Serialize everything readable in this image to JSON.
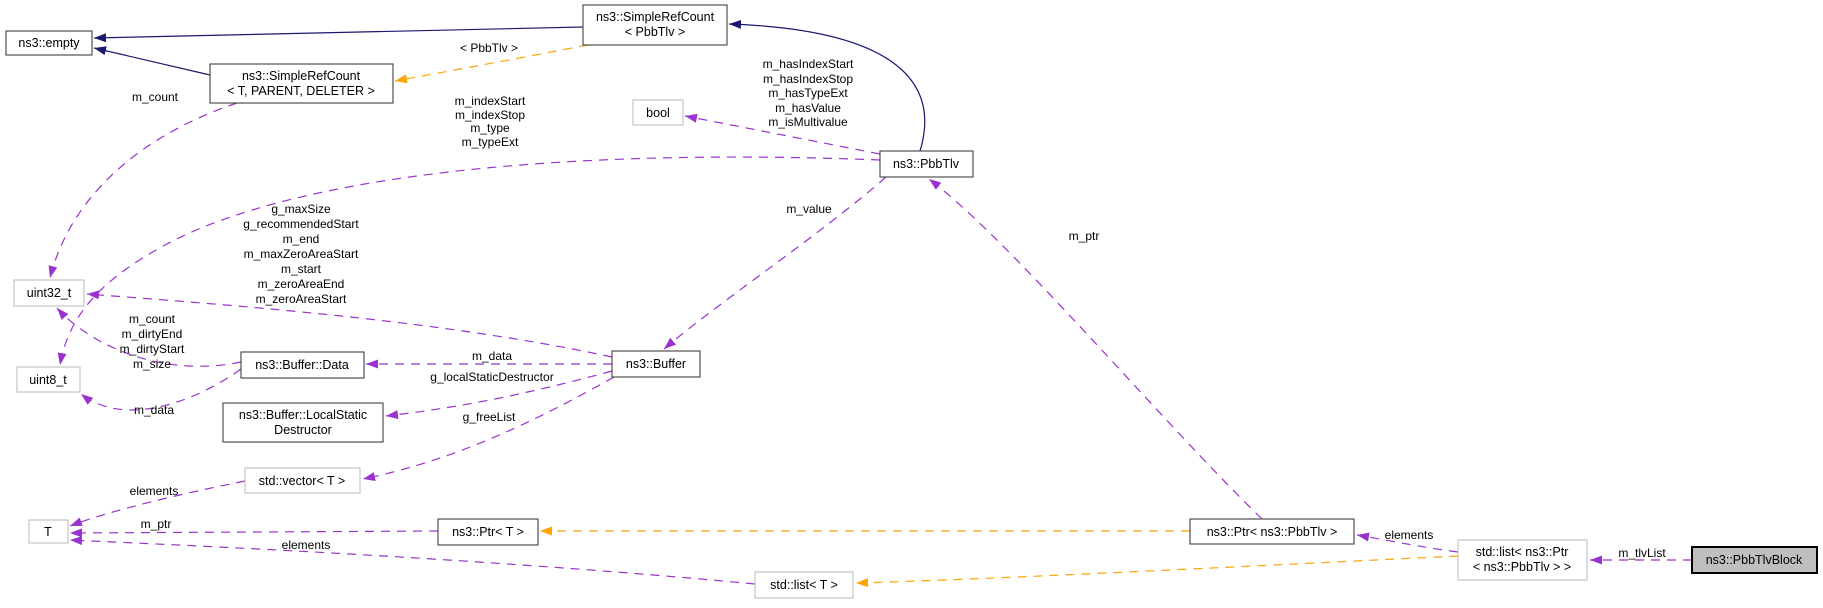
{
  "diagram": {
    "type": "doxygen-collaboration-graph",
    "main_class": "ns3::PbbTlvBlock",
    "nodes": {
      "empty": "ns3::empty",
      "simplerefcount_t": [
        "ns3::SimpleRefCount",
        "< T, PARENT, DELETER >"
      ],
      "simplerefcount_pbbtlv": [
        "ns3::SimpleRefCount",
        "< PbbTlv >"
      ],
      "bool": "bool",
      "pbbtlv": "ns3::PbbTlv",
      "uint32_t": "uint32_t",
      "uint8_t": "uint8_t",
      "buffer_data": "ns3::Buffer::Data",
      "buffer": "ns3::Buffer",
      "buffer_localstatic": [
        "ns3::Buffer::LocalStatic",
        "Destructor"
      ],
      "vector_t": "std::vector< T >",
      "t": "T",
      "ptr_t": "ns3::Ptr< T >",
      "ptr_pbbtlv": "ns3::Ptr< ns3::PbbTlv >",
      "list_t": "std::list< T >",
      "list_ptr_pbbtlv": [
        "std::list< ns3::Ptr",
        "< ns3::PbbTlv > >"
      ],
      "pbbtlvblock": "ns3::PbbTlvBlock"
    },
    "edge_labels": {
      "simplerefcount_m_count": "m_count",
      "template_pbbtlv": "< PbbTlv >",
      "pbbtlv_bool_members": [
        "m_hasIndexStart",
        "m_hasIndexStop",
        "m_hasTypeExt",
        "m_hasValue",
        "m_isMultivalue"
      ],
      "pbbtlv_uint8_members": [
        "m_indexStart",
        "m_indexStop",
        "m_type",
        "m_typeExt"
      ],
      "buffer_uint32_members": [
        "g_maxSize",
        "g_recommendedStart",
        "m_end",
        "m_maxZeroAreaStart",
        "m_start",
        "m_zeroAreaEnd",
        "m_zeroAreaStart"
      ],
      "bufferdata_uint32_members": [
        "m_count",
        "m_dirtyEnd",
        "m_dirtyStart",
        "m_size"
      ],
      "m_value": "m_value",
      "m_ptr_pbbtlv": "m_ptr",
      "m_ptr_t": "m_ptr",
      "m_data_bufferdata": "m_data",
      "m_data_uint8": "m_data",
      "g_localstaticdestructor": "g_localStaticDestructor",
      "g_freelist": "g_freeList",
      "elements_vector": "elements",
      "elements_list_t": "elements",
      "elements_list_ptr": "elements",
      "m_tlvlist": "m_tlvList"
    },
    "colors": {
      "inheritance": "#191970",
      "usage": "#9a32cd",
      "template_rel": "#ffa500",
      "main_fill": "#bfbfbf",
      "border": "#404040",
      "border_external": "#c0c0c0"
    }
  }
}
